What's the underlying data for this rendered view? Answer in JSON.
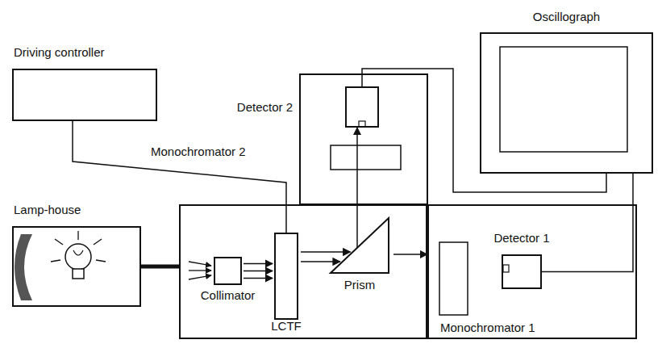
{
  "diagram": {
    "nodes": [
      {
        "text": [
          "Driving controller"
        ]
      },
      {
        "text": [
          "Lamp-house"
        ]
      },
      {
        "text": [
          "Monochromator 2"
        ]
      },
      {
        "text": [
          "Collimator"
        ],
        "in": 2
      },
      {
        "text": [
          "LCTF"
        ],
        "in": 2
      },
      {
        "text": [
          "Prism"
        ],
        "in": 2
      },
      {
        "text": [
          "Detector 2"
        ]
      },
      {
        "text": [
          "Monochromator 1"
        ]
      },
      {
        "text": [
          "Detector 1"
        ],
        "in": 7
      },
      {
        "text": [
          "Oscillograph"
        ]
      }
    ],
    "edges": [
      {
        "from": 0,
        "to": 4,
        "arrow": "none"
      },
      {
        "from": 1,
        "to": 2,
        "arrow": "none"
      },
      {
        "from": 3,
        "to": 4,
        "arrow": "to"
      },
      {
        "from": 4,
        "to": 5,
        "arrow": "to"
      },
      {
        "from": 5,
        "to": 6,
        "arrow": "to"
      },
      {
        "from": 5,
        "to": 7,
        "arrow": "to"
      },
      {
        "from": 8,
        "to": 9,
        "arrow": "none"
      },
      {
        "from": 6,
        "to": 9,
        "arrow": "none"
      }
    ]
  }
}
